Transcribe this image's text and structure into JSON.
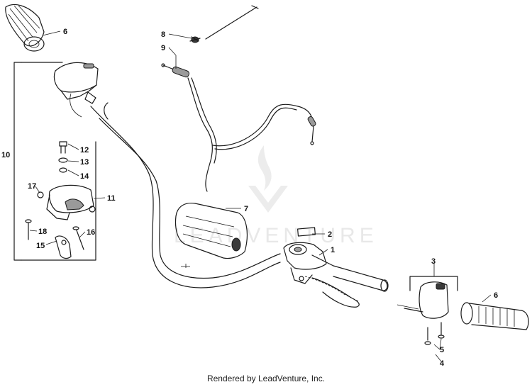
{
  "footer": {
    "rendered_by": "Rendered by LeadVenture, Inc."
  },
  "watermark": {
    "text": "LEADVENTURE"
  },
  "callouts": {
    "c1": "1",
    "c2": "2",
    "c3": "3",
    "c4": "4",
    "c5": "5",
    "c6a": "6",
    "c6b": "6",
    "c7": "7",
    "c8": "8",
    "c9": "9",
    "c10": "10",
    "c11": "11",
    "c12": "12",
    "c13": "13",
    "c14": "14",
    "c15": "15",
    "c16": "16",
    "c17": "17",
    "c18": "18"
  },
  "colors": {
    "line": "#1a1a1a",
    "watermark": "#e8e8e8",
    "background": "#ffffff"
  }
}
